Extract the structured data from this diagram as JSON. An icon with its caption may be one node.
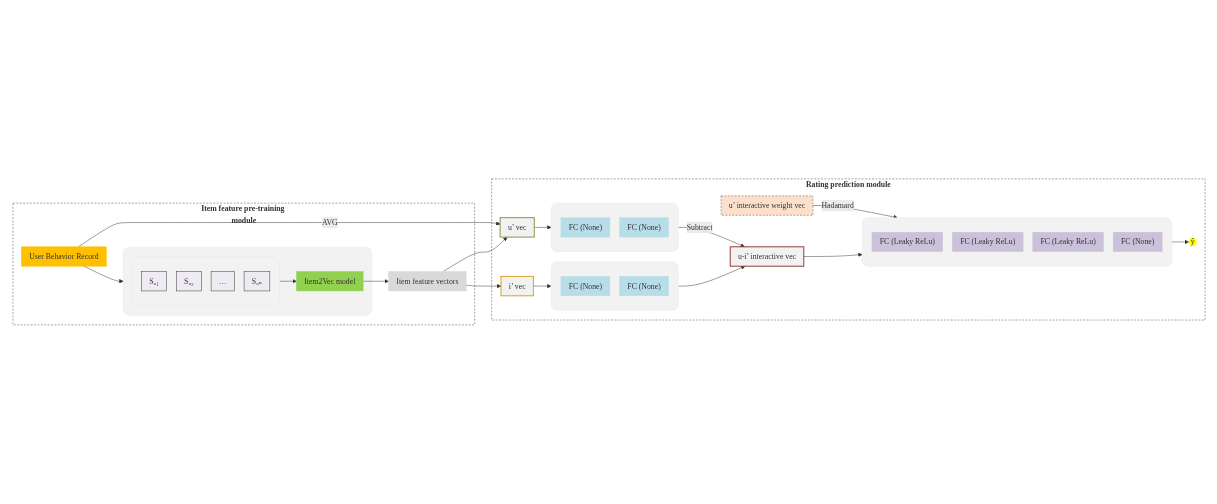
{
  "diagram": {
    "nodes": [
      {
        "text": [
          "Item feature pre-training module"
        ]
      },
      {
        "text": [
          "User Behavior Record"
        ],
        "in": 0
      },
      {
        "text": [],
        "shape": "box",
        "in": 0
      },
      {
        "text": [],
        "shape": "box",
        "in": 2
      },
      {
        "text": [
          "Sᵤ₁"
        ],
        "in": 3
      },
      {
        "text": [
          "Sᵤ₂"
        ],
        "in": 3
      },
      {
        "text": [
          "…"
        ],
        "in": 3
      },
      {
        "text": [
          "Sᵤₙ"
        ],
        "in": 3
      },
      {
        "text": [
          "Item2Vec model"
        ],
        "in": 2
      },
      {
        "text": [
          "Item feature vectors"
        ],
        "in": 0
      },
      {
        "text": [
          "Rating prediction module"
        ]
      },
      {
        "text": [
          "u’ vec"
        ],
        "in": 10
      },
      {
        "text": [],
        "shape": "box",
        "in": 10
      },
      {
        "text": [
          "FC (None)"
        ],
        "in": 12
      },
      {
        "text": [
          "FC (None)"
        ],
        "in": 12
      },
      {
        "text": [
          "i’ vec"
        ],
        "in": 10
      },
      {
        "text": [],
        "shape": "box",
        "in": 10
      },
      {
        "text": [
          "FC (None)"
        ],
        "in": 16
      },
      {
        "text": [
          "FC (None)"
        ],
        "in": 16
      },
      {
        "text": [
          "u’ interactive weight vec"
        ],
        "in": 10
      },
      {
        "text": [
          "u-i’ interactive vec"
        ],
        "in": 10
      },
      {
        "text": [],
        "shape": "box",
        "in": 10
      },
      {
        "text": [
          "FC (Leaky ReLu)"
        ],
        "in": 21
      },
      {
        "text": [
          "FC (Leaky ReLu)"
        ],
        "in": 21
      },
      {
        "text": [
          "FC (Leaky ReLu)"
        ],
        "in": 21
      },
      {
        "text": [
          "FC (None)"
        ],
        "in": 21
      },
      {
        "text": [
          "ŷ"
        ],
        "in": 10
      }
    ],
    "edges": [
      {
        "from": 1,
        "to": 2,
        "arrow": "to"
      },
      {
        "from": 3,
        "to": 8,
        "arrow": "to"
      },
      {
        "from": 8,
        "to": 9,
        "arrow": "to"
      },
      {
        "from": 1,
        "to": 11,
        "arrow": "to",
        "label": "AVG"
      },
      {
        "from": 9,
        "to": 11,
        "arrow": "to"
      },
      {
        "from": 9,
        "to": 15,
        "arrow": "to"
      },
      {
        "from": 11,
        "to": 12,
        "arrow": "to"
      },
      {
        "from": 15,
        "to": 16,
        "arrow": "to"
      },
      {
        "from": 12,
        "to": 20,
        "arrow": "to",
        "label": "Subtract"
      },
      {
        "from": 16,
        "to": 20,
        "arrow": "to"
      },
      {
        "from": 19,
        "to": 21,
        "arrow": "to",
        "label": "Hadamard"
      },
      {
        "from": 20,
        "to": 21,
        "arrow": "to"
      },
      {
        "from": 21,
        "to": 26,
        "arrow": "to"
      }
    ]
  }
}
